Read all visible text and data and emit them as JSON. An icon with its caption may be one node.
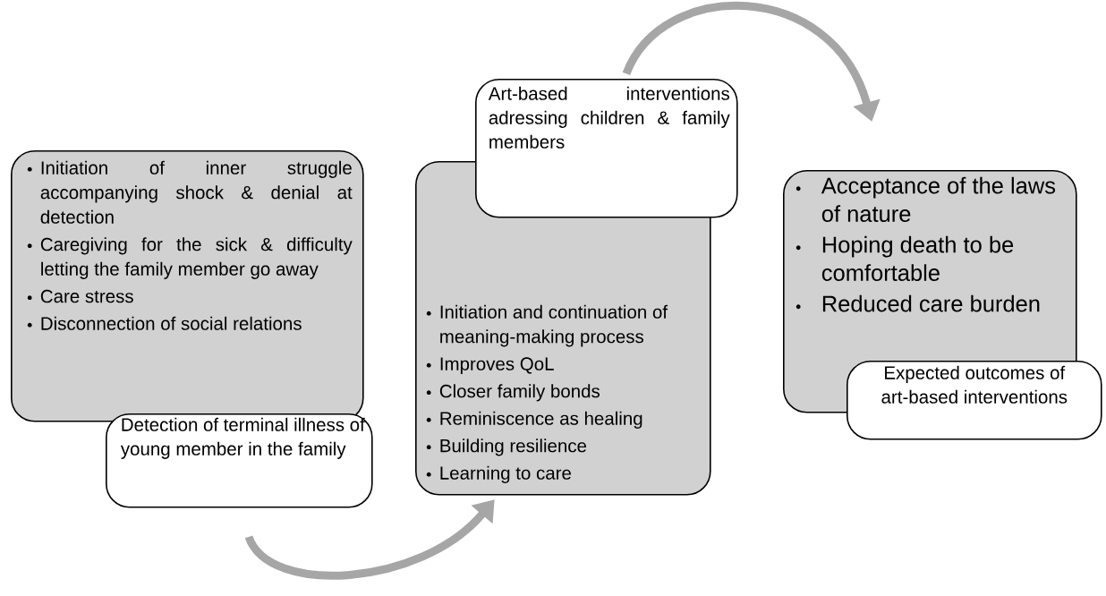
{
  "diagram": {
    "nodes": [
      {
        "text": [
          "Initiation of inner struggle accompanying shock & denial at detection",
          "Caregiving for the sick & difficulty letting the family member go away",
          "Care stress",
          "Disconnection of social relations"
        ]
      },
      {
        "text": [
          "Detection of terminal illness of young member in the family"
        ]
      },
      {
        "text": [
          "Art-based interventions adressing children & family members"
        ]
      },
      {
        "text": [
          "Initiation and continuation of meaning-making process",
          "Improves QoL",
          "Closer family bonds",
          "Reminiscence as healing",
          "Building resilience",
          "Learning to care"
        ]
      },
      {
        "text": [
          "Acceptance of the laws of nature",
          "Hoping death to be comfortable",
          "Reduced care burden"
        ]
      },
      {
        "text": [
          "Expected outcomes of art-based interventions"
        ]
      }
    ],
    "edges": [
      {
        "from": 1,
        "to": 3,
        "arrow": "to"
      },
      {
        "from": 2,
        "to": 4,
        "arrow": "to"
      }
    ]
  }
}
